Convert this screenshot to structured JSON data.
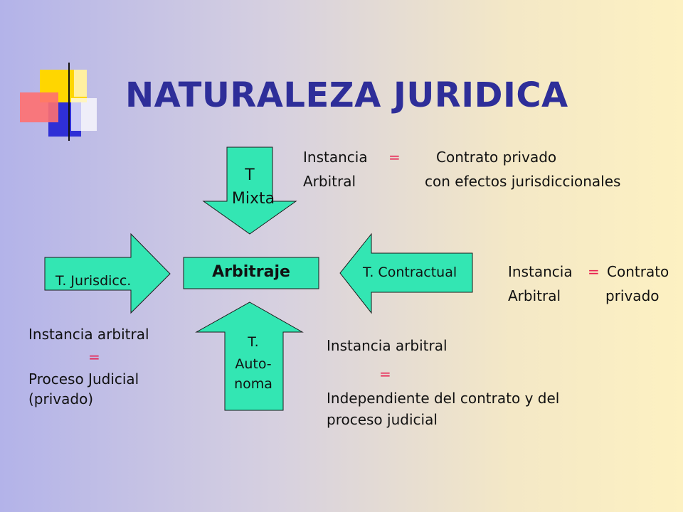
{
  "title": "NATURALEZA JURIDICA",
  "center": {
    "label": "Arbitraje"
  },
  "arrows": {
    "mixta": {
      "line1": "T",
      "line2": "Mixta"
    },
    "jurisdicc": {
      "label": "T. Jurisdicc."
    },
    "contractual": {
      "label": "T. Contractual"
    },
    "autonoma": {
      "line1": "T.",
      "line2": "Auto-",
      "line3": "noma"
    }
  },
  "notes": {
    "mixta": {
      "w1": "Instancia",
      "eq": "=",
      "w2": "Contrato privado",
      "w3": "Arbitral",
      "w4": "con efectos jurisdiccionales"
    },
    "contractual": {
      "w1": "Instancia",
      "eq": "=",
      "w2": "Contrato",
      "w3": "Arbitral",
      "w4": "privado"
    },
    "jurisdicc": {
      "l1": "Instancia arbitral",
      "eq": "=",
      "l2": "Proceso Judicial",
      "l3": "(privado)"
    },
    "autonoma": {
      "l1": "Instancia arbitral",
      "eq": "=",
      "l2": "Independiente del contrato y del",
      "l3": "proceso judicial"
    }
  },
  "colors": {
    "shape_fill": "#33e6b3",
    "shape_stroke": "#1a1a1a",
    "title": "#2e2e99",
    "equals": "#e8204f"
  }
}
